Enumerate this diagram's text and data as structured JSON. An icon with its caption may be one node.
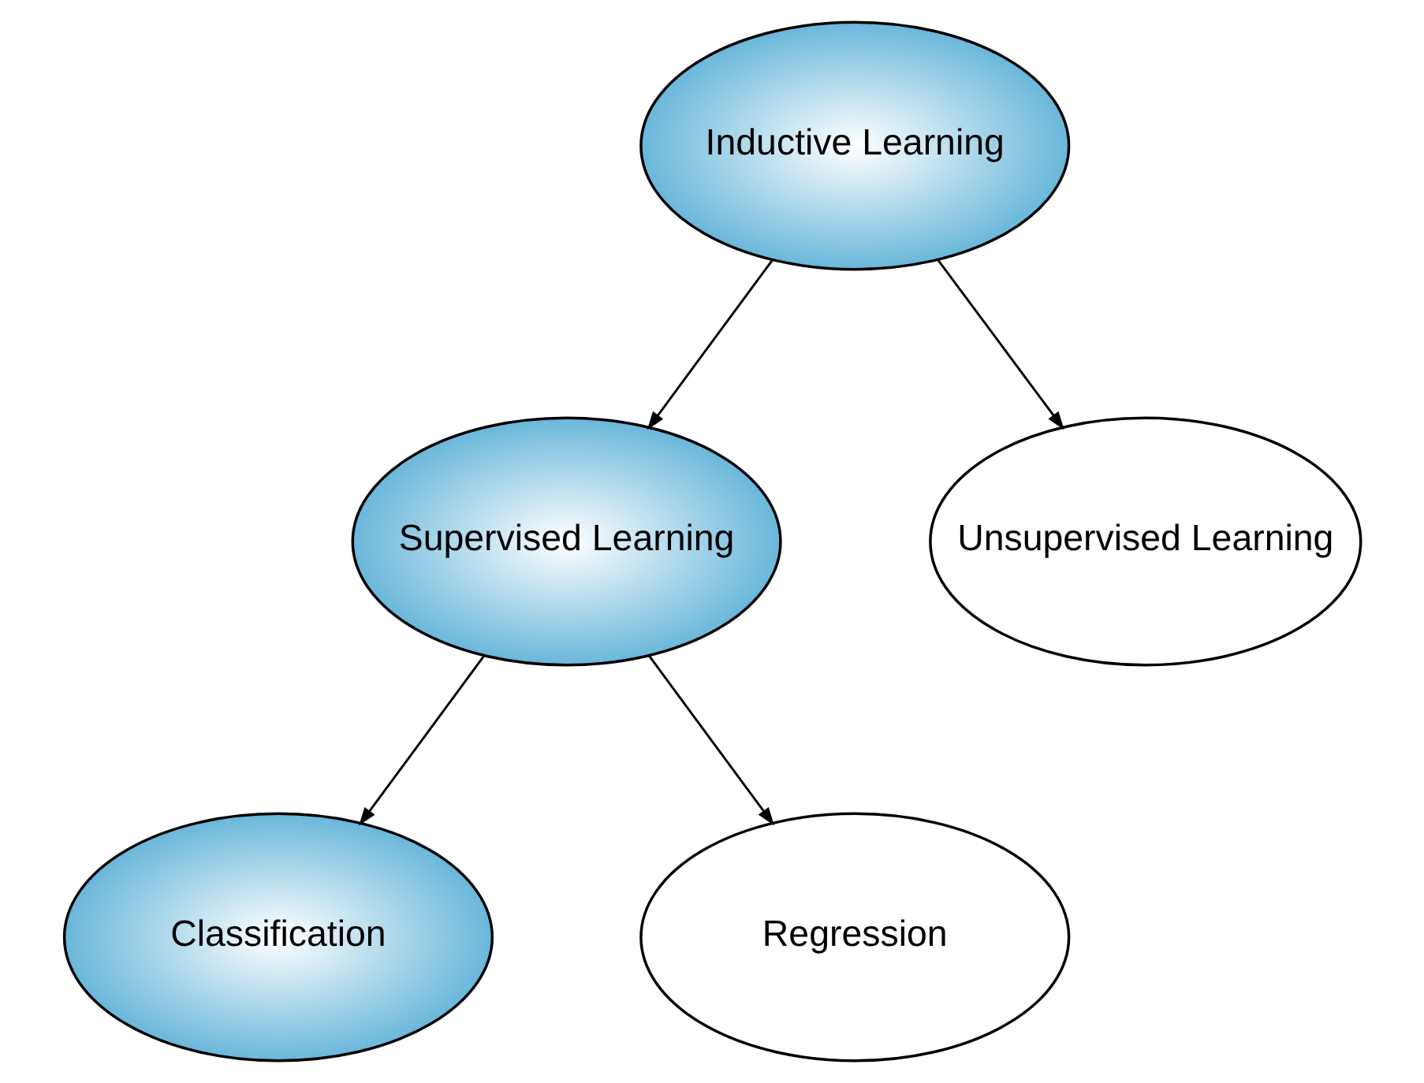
{
  "diagram": {
    "nodes": [
      {
        "text": [
          "Inductive Learning"
        ]
      },
      {
        "text": [
          "Supervised Learning"
        ]
      },
      {
        "text": [
          "Unsupervised Learning"
        ]
      },
      {
        "text": [
          "Classification"
        ]
      },
      {
        "text": [
          "Regression"
        ]
      }
    ],
    "edges": [
      {
        "from": 0,
        "to": 1,
        "arrow": "to"
      },
      {
        "from": 0,
        "to": 2,
        "arrow": "to"
      },
      {
        "from": 1,
        "to": 3,
        "arrow": "to"
      },
      {
        "from": 1,
        "to": 4,
        "arrow": "to"
      }
    ]
  }
}
